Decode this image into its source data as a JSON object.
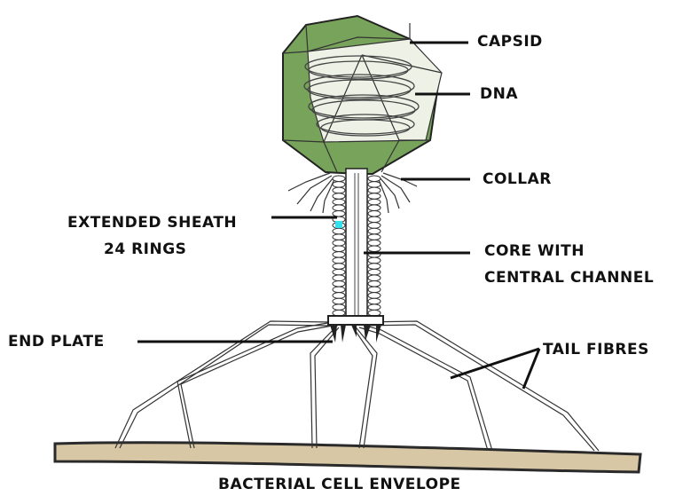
{
  "colors": {
    "capsid_fill": "#77a35a",
    "envelope_fill": "#d8c7a4",
    "outline": "#222222",
    "marker": "#33e0f0"
  },
  "labels": {
    "capsid": "CAPSID",
    "dna": "DNA",
    "collar": "COLLAR",
    "sheath_line1": "EXTENDED SHEATH",
    "sheath_line2": "24 RINGS",
    "core_line1": "CORE WITH",
    "core_line2": "CENTRAL CHANNEL",
    "end_plate": "END PLATE",
    "tail_fibres": "TAIL FIBRES",
    "envelope": "BACTERIAL CELL ENVELOPE"
  }
}
